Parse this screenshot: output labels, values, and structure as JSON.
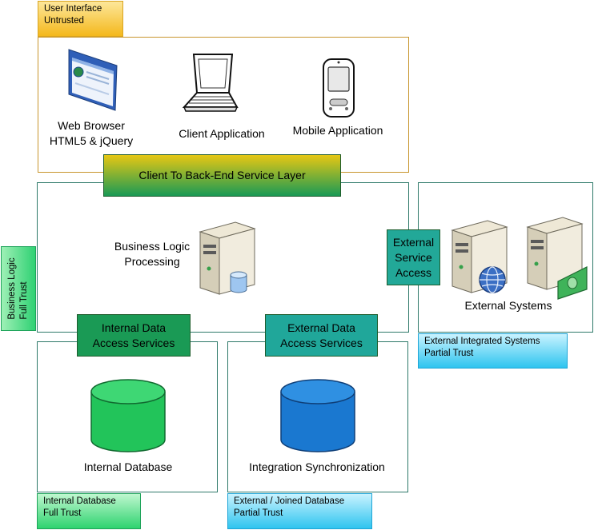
{
  "zones": {
    "user_interface": {
      "tag_line1": "User Interface",
      "tag_line2": "Untrusted"
    },
    "business_logic": {
      "tag_line1": "Business Logic",
      "tag_line2": "Full Trust"
    },
    "external_integrated": {
      "tag_line1": "External Integrated Systems",
      "tag_line2": "Partial Trust"
    },
    "internal_db": {
      "tag_line1": "Internal Database",
      "tag_line2": "Full Trust"
    },
    "external_db": {
      "tag_line1": "External / Joined Database",
      "tag_line2": "Partial Trust"
    }
  },
  "nodes": {
    "web_browser": {
      "line1": "Web Browser",
      "line2": "HTML5 & jQuery"
    },
    "client_app": {
      "label": "Client Application"
    },
    "mobile_app": {
      "label": "Mobile Application"
    },
    "business_logic": {
      "line1": "Business Logic",
      "line2": "Processing"
    },
    "external_systems": {
      "label": "External Systems"
    },
    "internal_database": {
      "label": "Internal Database"
    },
    "integration_sync": {
      "label": "Integration Synchronization"
    }
  },
  "layers": {
    "client_backend": {
      "label": "Client To Back-End Service Layer"
    },
    "internal_data": {
      "line1": "Internal Data",
      "line2": "Access Services"
    },
    "external_data": {
      "line1": "External Data",
      "line2": "Access Services"
    },
    "external_service": {
      "line1": "External",
      "line2": "Service",
      "line3": "Access"
    }
  },
  "colors": {
    "ui_border": "#c8962e",
    "zone_border": "#2f7a6a",
    "ui_tag": "#f5c02a",
    "green_tag": "#36d67a",
    "blue_tag": "#39c8f0",
    "layer_green": "#1a9a55",
    "layer_teal": "#1fa59a",
    "layer_gold": "#e2c212",
    "db_green": "#22c45a",
    "db_blue": "#1a78d0"
  },
  "icons": [
    "browser-window-icon",
    "laptop-icon",
    "mobile-device-icon",
    "server-database-icon",
    "server-globe-icon",
    "server-money-icon",
    "database-cylinder-icon"
  ]
}
